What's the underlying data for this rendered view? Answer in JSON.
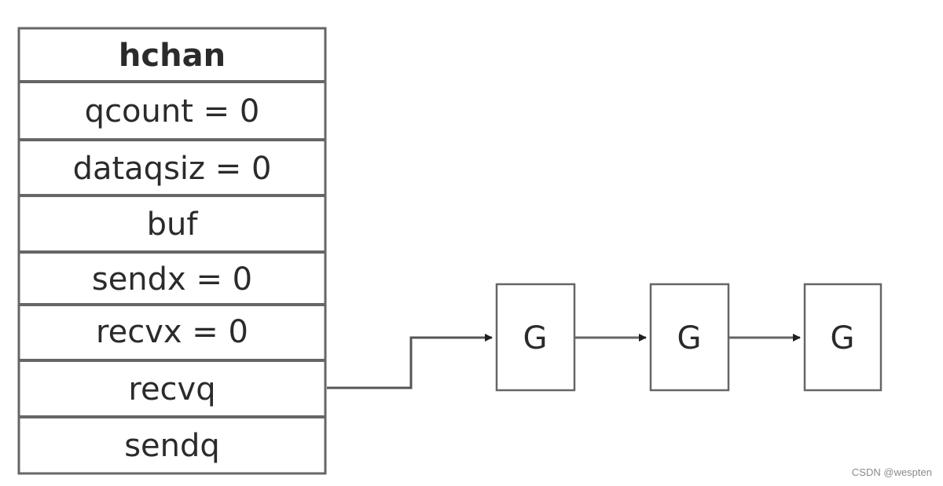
{
  "hchan": {
    "title": "hchan",
    "fields": [
      "qcount = 0",
      "dataqsiz = 0",
      "buf",
      "sendx = 0",
      "recvx = 0",
      "recvq",
      "sendq"
    ]
  },
  "queue": {
    "nodes": [
      "G",
      "G",
      "G"
    ]
  },
  "watermark": "CSDN @wespten"
}
